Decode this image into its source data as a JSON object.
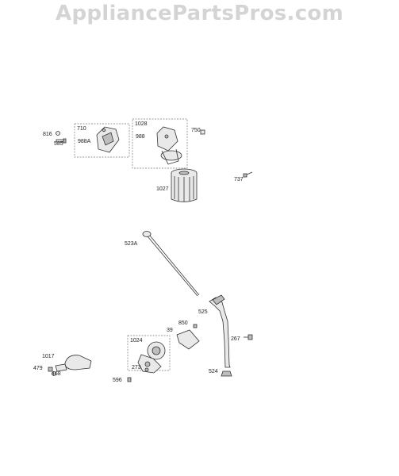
{
  "watermark": "AppliancePartsPros.com",
  "callouts": {
    "c816": "816",
    "c585": "585",
    "c710": "710",
    "c988A": "988A",
    "c1028": "1028",
    "c988": "988",
    "c750": "750",
    "c737": "737",
    "c1027": "1027",
    "c523A": "523A",
    "c525": "525",
    "c850": "850",
    "c39": "39",
    "c1024": "1024",
    "c267": "267",
    "c273": "273",
    "c524": "524",
    "c1017": "1017",
    "c479": "479",
    "c468": "468",
    "c596": "596"
  }
}
